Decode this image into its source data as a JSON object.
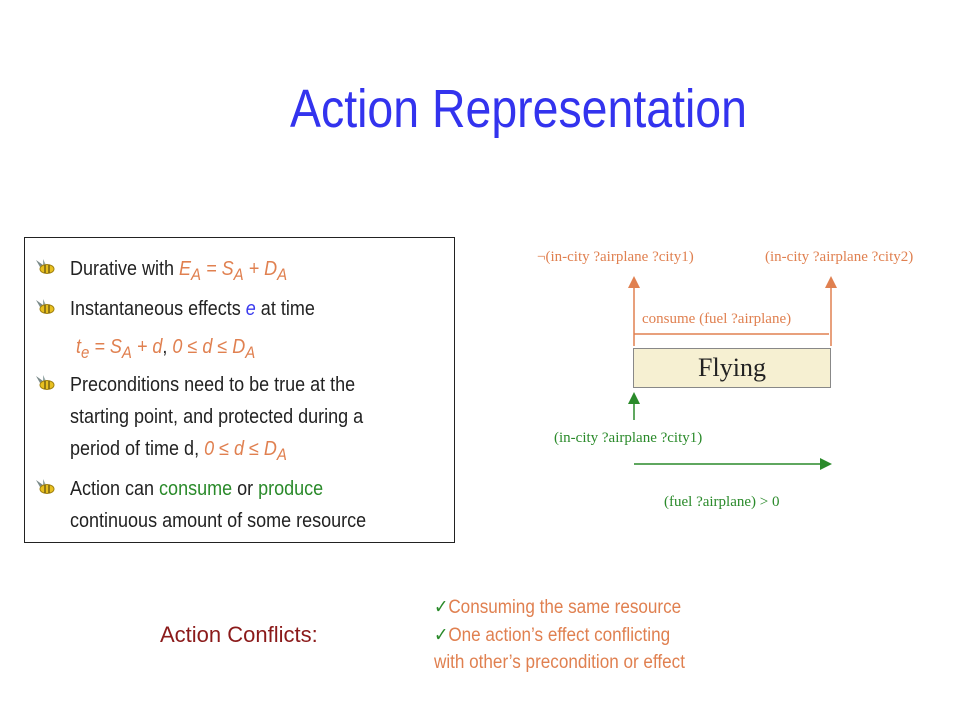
{
  "title": "Action Representation",
  "bullets": {
    "b1_prefix": "Durative with ",
    "b1_formula": "E",
    "b1_sub1": "A",
    "b1_eq": " = S",
    "b1_sub2": "A",
    "b1_plus": " + D",
    "b1_sub3": "A",
    "b2_prefix": "Instantaneous effects ",
    "b2_e": "e",
    "b2_suffix": " at time",
    "b2_line2_t": "t",
    "b2_line2_sub": "e",
    "b2_line2_eq": " = S",
    "b2_line2_sub2": "A",
    "b2_line2_plus": " + d",
    "b2_line2_comma": ", ",
    "b2_line2_range": "0 ≤ d ≤ D",
    "b2_line2_sub3": "A",
    "b3_l1": "Preconditions need to be true at the",
    "b3_l2": "starting point, and protected during a",
    "b3_l3": "period of time d, ",
    "b3_range": "0 ≤ d ≤ D",
    "b3_sub": "A",
    "b4_prefix": "Action can ",
    "b4_consume": "consume",
    "b4_or": " or ",
    "b4_produce": "produce",
    "b4_l2": "continuous amount of some resource"
  },
  "diagram": {
    "effect_start": "¬(in-city ?airplane ?city1)",
    "effect_end": "(in-city ?airplane ?city2)",
    "consume": "consume (fuel ?airplane)",
    "action": "Flying",
    "precondition": "(in-city ?airplane ?city1)",
    "resource_condition": "(fuel ?airplane) > 0"
  },
  "conflicts": {
    "title": "Action Conflicts:",
    "items": [
      "Consuming the same resource",
      "One action’s effect conflicting",
      "with other’s precondition or effect"
    ]
  },
  "colors": {
    "title": "#3333ee",
    "effect": "#e08050",
    "condition": "#2a8a2a",
    "conflict_title": "#8b1a1a"
  }
}
